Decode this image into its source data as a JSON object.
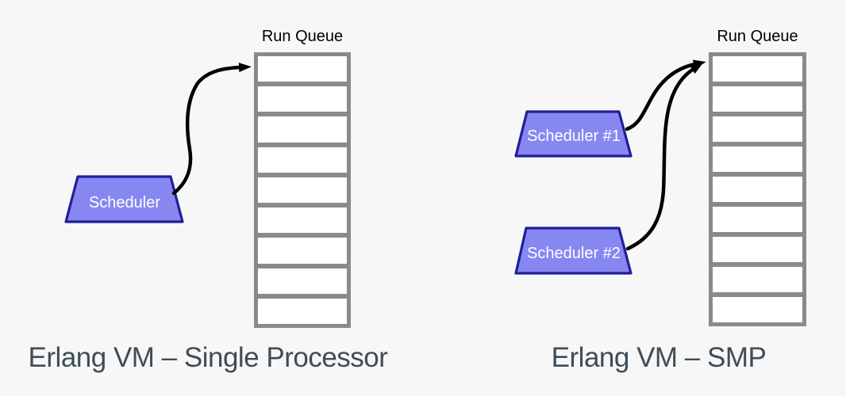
{
  "colors": {
    "page_bg": "#f7f7f7",
    "queue_border": "#8a8a8a",
    "queue_cell_fill": "#ffffff",
    "scheduler_fill": "#8787f2",
    "scheduler_border": "#1f1f99",
    "scheduler_text": "#ffffff",
    "arrow": "#000000",
    "label": "#000000",
    "caption": "#3e4d56"
  },
  "left_diagram": {
    "run_queue_label": "Run Queue",
    "queue_cells": 9,
    "scheduler_label": "Scheduler",
    "caption": "Erlang VM – Single Processor"
  },
  "right_diagram": {
    "run_queue_label": "Run Queue",
    "queue_cells": 9,
    "scheduler1_label": "Scheduler #1",
    "scheduler2_label": "Scheduler #2",
    "caption": "Erlang VM – SMP"
  }
}
